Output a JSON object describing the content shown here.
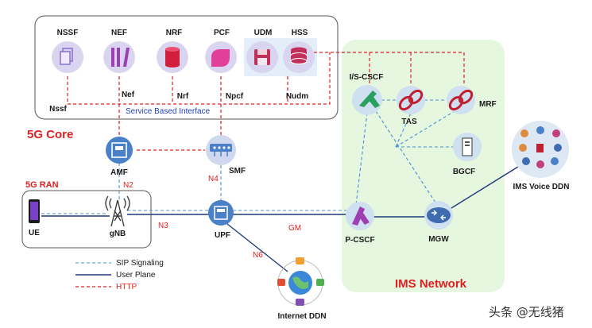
{
  "regions": {
    "core_title": "5G Core",
    "ran_title": "5G RAN",
    "ims_title": "IMS Network",
    "sbi_title": "Service Based Interface"
  },
  "nodes": {
    "nssf": "NSSF",
    "nef": "NEF",
    "nrf": "NRF",
    "pcf": "PCF",
    "udm": "UDM",
    "hss": "HSS",
    "amf": "AMF",
    "smf": "SMF",
    "upf": "UPF",
    "gnb": "gNB",
    "ue": "UE",
    "iscscf": "I/S-CSCF",
    "tas": "TAS",
    "mrf": "MRF",
    "bgcf": "BGCF",
    "pcscf": "P-CSCF",
    "mgw": "MGW",
    "ims_voice_ddn": "IMS Voice DDN",
    "internet_ddn": "Internet DDN"
  },
  "interfaces": {
    "nssf": "Nssf",
    "nef": "Nef",
    "nrf": "Nrf",
    "npcf": "Npcf",
    "nudm": "Nudm",
    "n2": "N2",
    "n3": "N3",
    "n4": "N4",
    "n6": "N6",
    "gm": "GM"
  },
  "legend": {
    "sip": "SIP Signaling",
    "user_plane": "User Plane",
    "http": "HTTP"
  },
  "watermark": "头条 @无线猪",
  "colors": {
    "http": "#e02020",
    "sip": "#4a8fd0",
    "user_plane": "#1f3a7a",
    "ims_bg": "#e6f7e0",
    "node_blue": "#4a80c8",
    "ims_green": "#3aa86b",
    "mrf_red": "#c02030"
  }
}
